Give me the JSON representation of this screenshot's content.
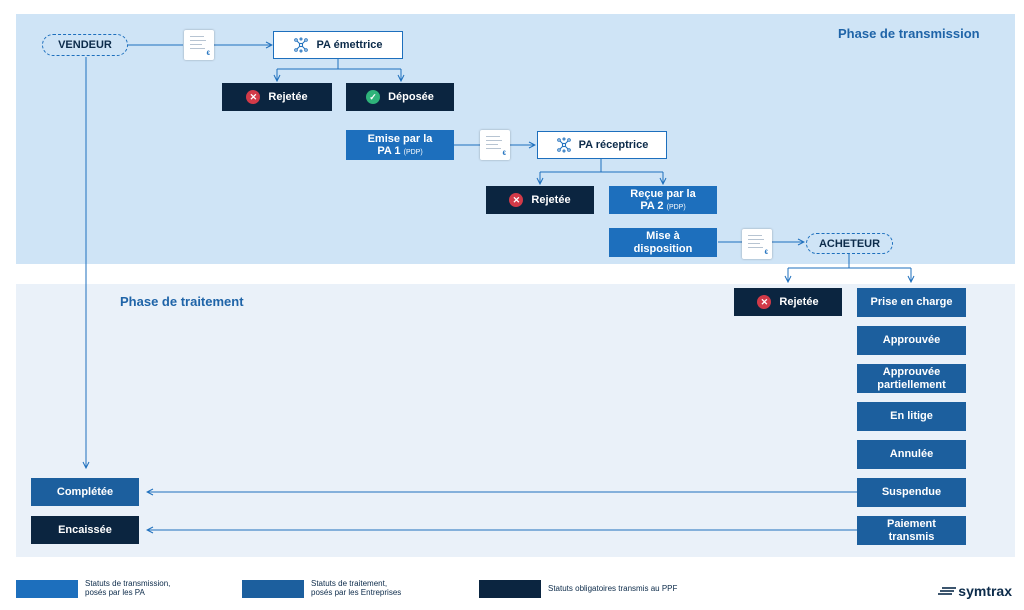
{
  "phases": {
    "transmission": "Phase de transmission",
    "traitement": "Phase de traitement"
  },
  "actors": {
    "vendeur": "VENDEUR",
    "acheteur": "ACHETEUR"
  },
  "platforms": {
    "pa_emettrice": "PA émettrice",
    "pa_receptrice": "PA réceptrice"
  },
  "transmission_statuses": {
    "rejetee_1": "Rejetée",
    "deposee": "Déposée",
    "emise_line1": "Emise par la",
    "emise_line2": "PA 1",
    "emise_small": "(PDP)",
    "rejetee_2": "Rejetée",
    "recue_line1": "Reçue par la",
    "recue_line2": "PA 2",
    "recue_small": "(PDP)",
    "mise_line1": "Mise à",
    "mise_line2": "disposition"
  },
  "treatment_statuses": {
    "rejetee": "Rejetée",
    "prise_en_charge": "Prise en charge",
    "approuvee": "Approuvée",
    "approuvee_part_line1": "Approuvée",
    "approuvee_part_line2": "partiellement",
    "en_litige": "En litige",
    "annulee": "Annulée",
    "suspendue": "Suspendue",
    "paiement_line1": "Paiement",
    "paiement_line2": "transmis",
    "completee": "Complétée",
    "encaissee": "Encaissée"
  },
  "doc_symbol": "€",
  "legend": {
    "item1_line1": "Statuts de transmission,",
    "item1_line2": "posés par les PA",
    "item2_line1": "Statuts de traitement,",
    "item2_line2": "posés par les Entreprises",
    "item3": "Statuts obligatoires transmis au PPF"
  },
  "logo": "symtrax",
  "colors": {
    "transmission": "#1d6fbd",
    "traitement": "#1c5f9e",
    "mandatory": "#0b2540",
    "phase_transmission_bg": "#cfe4f6",
    "phase_traitement_bg": "#eaf1f9",
    "rejected_icon": "#d23a48",
    "ok_icon": "#2fb37a"
  },
  "icons": [
    "document-euro-icon",
    "network-icon",
    "x-circle-icon",
    "check-circle-icon",
    "symtrax-logo-icon"
  ]
}
